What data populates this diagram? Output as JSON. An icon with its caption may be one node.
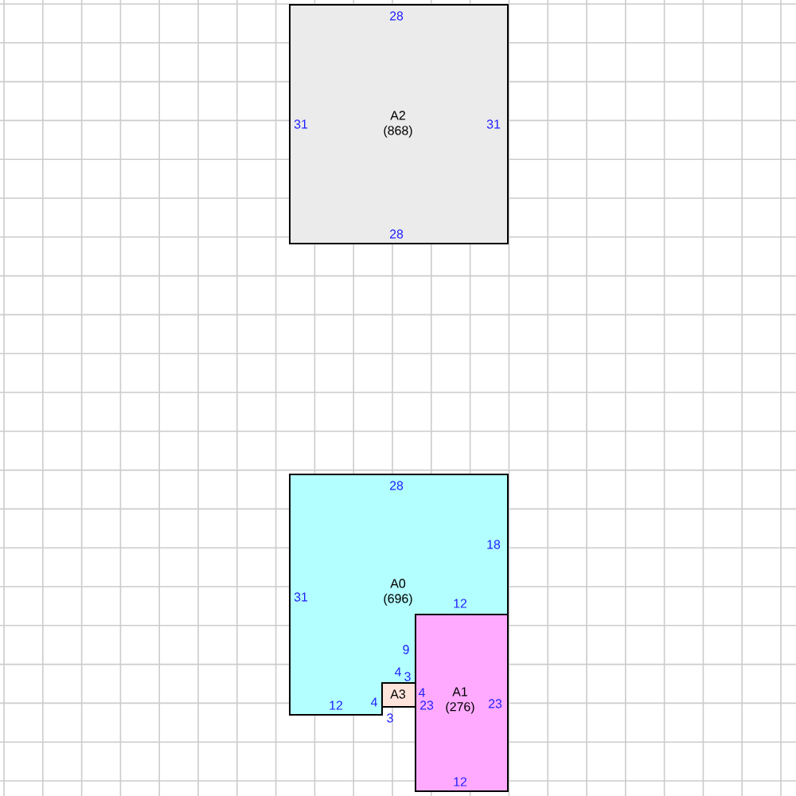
{
  "diagram": {
    "nodes": [
      {
        "text": [
          "A2 (868)"
        ]
      },
      {
        "text": [
          "A0 (696)"
        ]
      },
      {
        "text": [
          "A3"
        ]
      },
      {
        "text": [
          "A1 (276)"
        ]
      }
    ],
    "labels": [
      "28",
      "31",
      "31",
      "28",
      "28",
      "18",
      "31",
      "12",
      "9",
      "4",
      "3",
      "4",
      "12",
      "23",
      "4",
      "23",
      "3",
      "12"
    ]
  }
}
